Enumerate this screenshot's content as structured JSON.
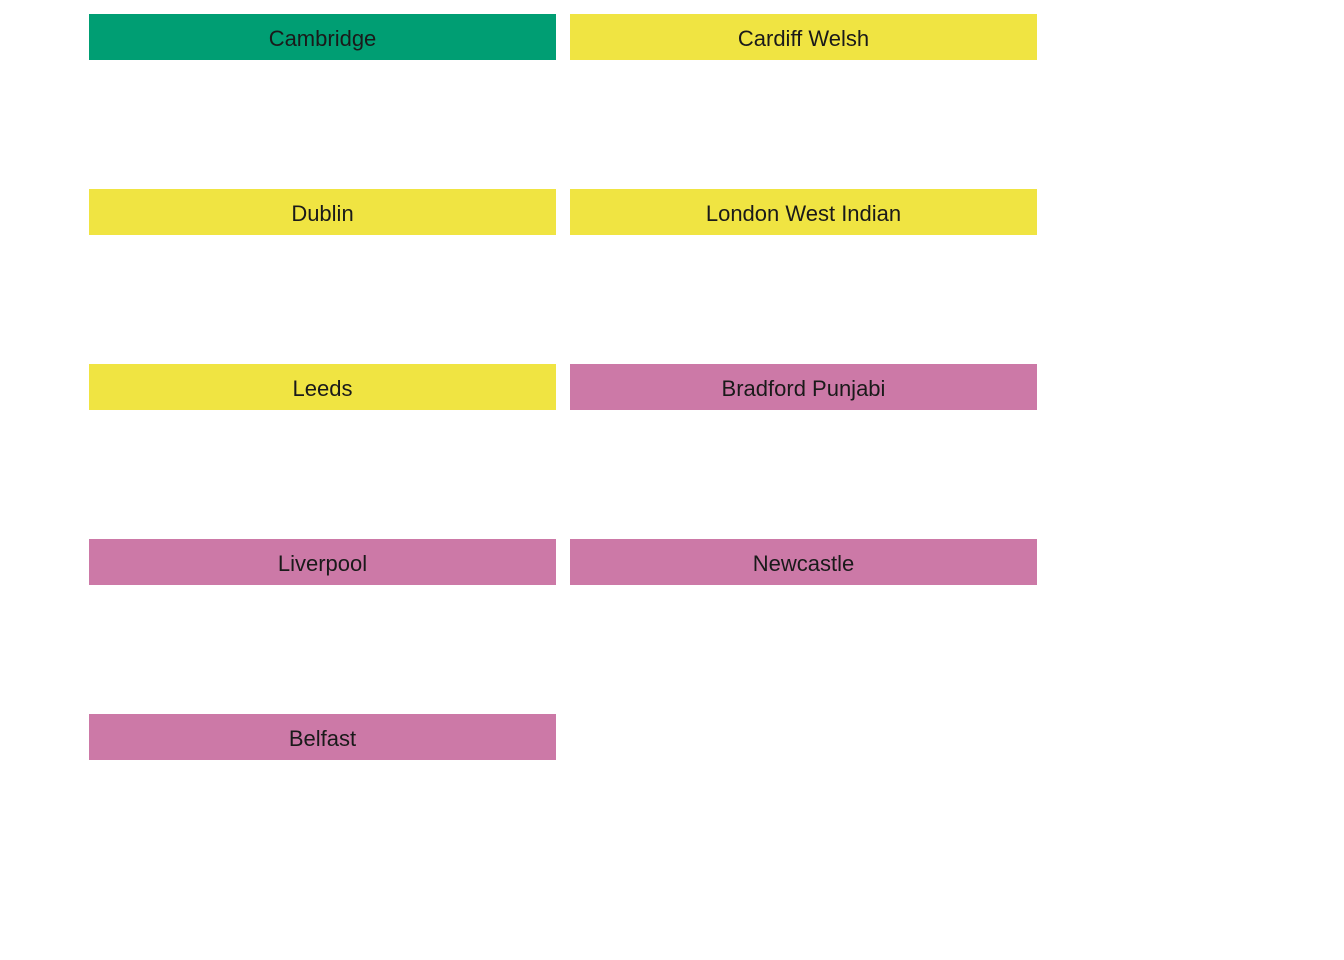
{
  "colors": {
    "green": "#009E73",
    "yellow": "#F0E442",
    "pink": "#CC79A7",
    "background": "#ffffff"
  },
  "chart_data": {
    "type": "faceted",
    "columns": 2,
    "panels": [
      {
        "label": "Cambridge",
        "group_color": "#009E73"
      },
      {
        "label": "Cardiff Welsh",
        "group_color": "#F0E442"
      },
      {
        "label": "Dublin",
        "group_color": "#F0E442"
      },
      {
        "label": "London West Indian",
        "group_color": "#F0E442"
      },
      {
        "label": "Leeds",
        "group_color": "#F0E442"
      },
      {
        "label": "Bradford Punjabi",
        "group_color": "#CC79A7"
      },
      {
        "label": "Liverpool",
        "group_color": "#CC79A7"
      },
      {
        "label": "Newcastle",
        "group_color": "#CC79A7"
      },
      {
        "label": "Belfast",
        "group_color": "#CC79A7"
      }
    ]
  }
}
